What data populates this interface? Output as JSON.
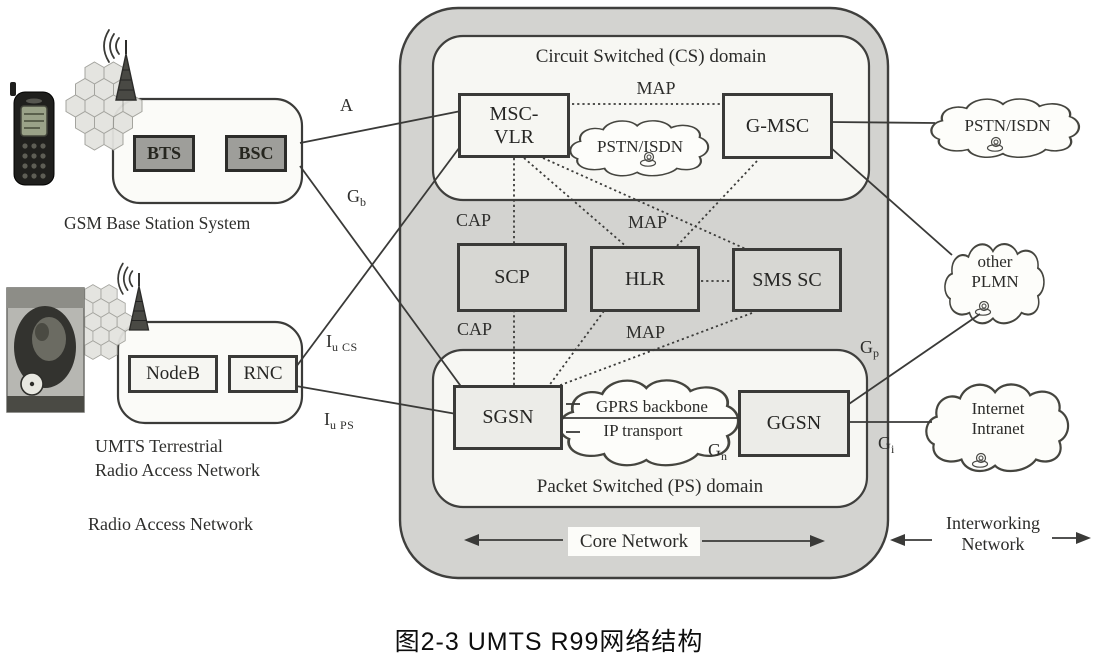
{
  "figure": {
    "caption": "图2-3  UMTS R99网络结构"
  },
  "ran": {
    "section_label": "Radio Access Network",
    "gsm": {
      "label": "GSM Base Station System",
      "bts": "BTS",
      "bsc": "BSC"
    },
    "umts": {
      "label_line1": "UMTS Terrestrial",
      "label_line2": "Radio Access Network",
      "nodeb": "NodeB",
      "rnc": "RNC"
    }
  },
  "core": {
    "label": "Core Network",
    "cs": {
      "title": "Circuit Switched (CS) domain",
      "msc_vlr_line1": "MSC-",
      "msc_vlr_line2": "VLR",
      "gmsc": "G-MSC",
      "pstn_cloud": "PSTN/ISDN"
    },
    "mid": {
      "scp": "SCP",
      "hlr": "HLR",
      "sms_sc": "SMS SC"
    },
    "ps": {
      "title": "Packet Switched (PS) domain",
      "sgsn": "SGSN",
      "ggsn": "GGSN",
      "cloud_line1": "GPRS backbone",
      "cloud_line2": "IP transport"
    }
  },
  "external": {
    "pstn": "PSTN/ISDN",
    "plmn_line1": "other",
    "plmn_line2": "PLMN",
    "internet_line1": "Internet",
    "internet_line2": "Intranet",
    "interworking_line1": "Interworking",
    "interworking_line2": "Network"
  },
  "interfaces": {
    "a": "A",
    "gb": {
      "main": "G",
      "sub": "b"
    },
    "iu_cs": {
      "main": "I",
      "sub": "u CS"
    },
    "iu_ps": {
      "main": "I",
      "sub": "u PS"
    },
    "cap_upper": "CAP",
    "cap_lower": "CAP",
    "map_top": "MAP",
    "map_mid": "MAP",
    "map_low": "MAP",
    "gp": {
      "main": "G",
      "sub": "p"
    },
    "gn": {
      "main": "G",
      "sub": "n"
    },
    "gi": {
      "main": "G",
      "sub": "i"
    }
  },
  "colors": {
    "core_fill": "#d3d3d0",
    "domain_fill": "#f7f7f3",
    "line": "#3a3a38",
    "bts_bsc_fill": "#9e9e9a",
    "cloud_fill": "#fdfdfa"
  }
}
